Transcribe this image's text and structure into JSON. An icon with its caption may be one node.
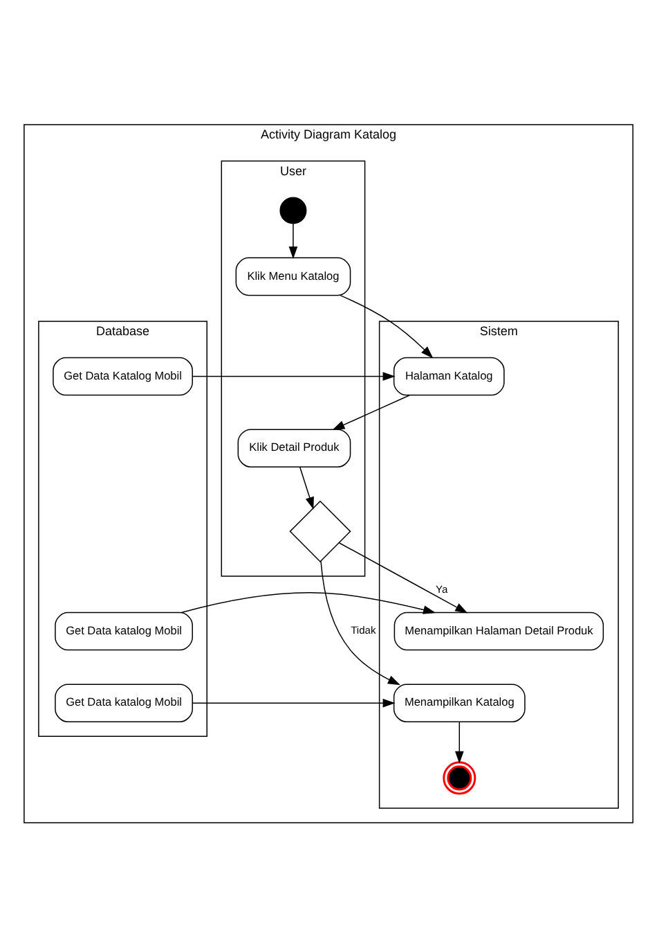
{
  "diagram": {
    "nodes": [
      {
        "text": [
          "Activity Diagram Katalog"
        ]
      },
      {
        "text": [
          "User"
        ],
        "in": 0
      },
      {
        "text": [
          "Sistem"
        ],
        "in": 0
      },
      {
        "text": [
          "Database"
        ],
        "in": 0
      },
      {
        "text": [],
        "shape": "circle",
        "in": 1
      },
      {
        "text": [
          "Klik Menu Katalog"
        ],
        "in": 1
      },
      {
        "text": [
          "Halaman Katalog"
        ],
        "in": 2
      },
      {
        "text": [
          "Get Data Katalog Mobil"
        ],
        "in": 3
      },
      {
        "text": [
          "Klik Detail Produk"
        ],
        "in": 1
      },
      {
        "text": [],
        "shape": "diamond",
        "in": 1
      },
      {
        "text": [
          "Menampilkan Halaman Detail Produk"
        ],
        "in": 2
      },
      {
        "text": [
          "Get Data katalog Mobil"
        ],
        "in": 3
      },
      {
        "text": [
          "Menampilkan Katalog"
        ],
        "in": 2
      },
      {
        "text": [
          "Get Data katalog Mobil"
        ],
        "in": 3
      },
      {
        "text": [],
        "shape": "circle",
        "in": 2
      }
    ],
    "edges": [
      {
        "from": 4,
        "to": 5,
        "arrow": "to"
      },
      {
        "from": 5,
        "to": 6,
        "arrow": "to"
      },
      {
        "from": 7,
        "to": 6,
        "arrow": "to"
      },
      {
        "from": 6,
        "to": 8,
        "arrow": "to"
      },
      {
        "from": 8,
        "to": 9,
        "arrow": "to"
      },
      {
        "from": 9,
        "to": 10,
        "label": "Ya",
        "arrow": "to"
      },
      {
        "from": 11,
        "to": 10,
        "arrow": "to"
      },
      {
        "from": 9,
        "to": 12,
        "label": "Tidak",
        "arrow": "to"
      },
      {
        "from": 13,
        "to": 12,
        "arrow": "to"
      },
      {
        "from": 12,
        "to": 14,
        "arrow": "to"
      }
    ]
  }
}
